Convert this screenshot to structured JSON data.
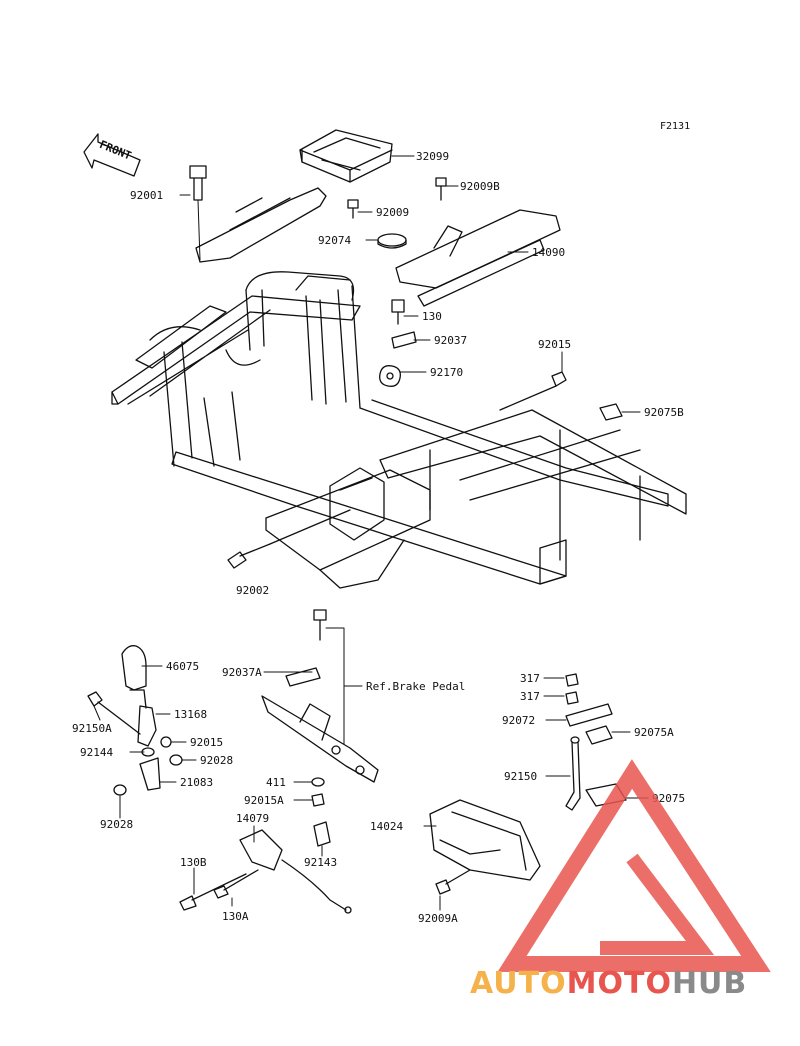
{
  "figure_code": "F2131",
  "front_label": "FRONT",
  "reference_note": "Ref.Brake Pedal",
  "parts": {
    "p32099": "32099",
    "p92009B": "92009B",
    "p92009": "92009",
    "p92001": "92001",
    "p92074": "92074",
    "p14090": "14090",
    "p130": "130",
    "p92037": "92037",
    "p92015_top": "92015",
    "p92170": "92170",
    "p92075B": "92075B",
    "p92002": "92002",
    "p46075": "46075",
    "p92037A": "92037A",
    "p13168": "13168",
    "p92150A": "92150A",
    "p92015_lever": "92015",
    "p92144": "92144",
    "p92028_a": "92028",
    "p21083": "21083",
    "p92028_b": "92028",
    "p411": "411",
    "p92015A": "92015A",
    "p14079": "14079",
    "p92143": "92143",
    "p130B": "130B",
    "p130A": "130A",
    "p14024": "14024",
    "p92009A": "92009A",
    "p317_a": "317",
    "p317_b": "317",
    "p92072": "92072",
    "p92075A": "92075A",
    "p92150": "92150",
    "p92075": "92075"
  },
  "watermark": {
    "auto": "AUTO",
    "moto": "MOTO",
    "hub": "HUB"
  },
  "colors": {
    "line": "#111111",
    "wm_orange": "#f5b24a",
    "wm_red": "#e8554e",
    "wm_gray": "#8a8a8a"
  }
}
